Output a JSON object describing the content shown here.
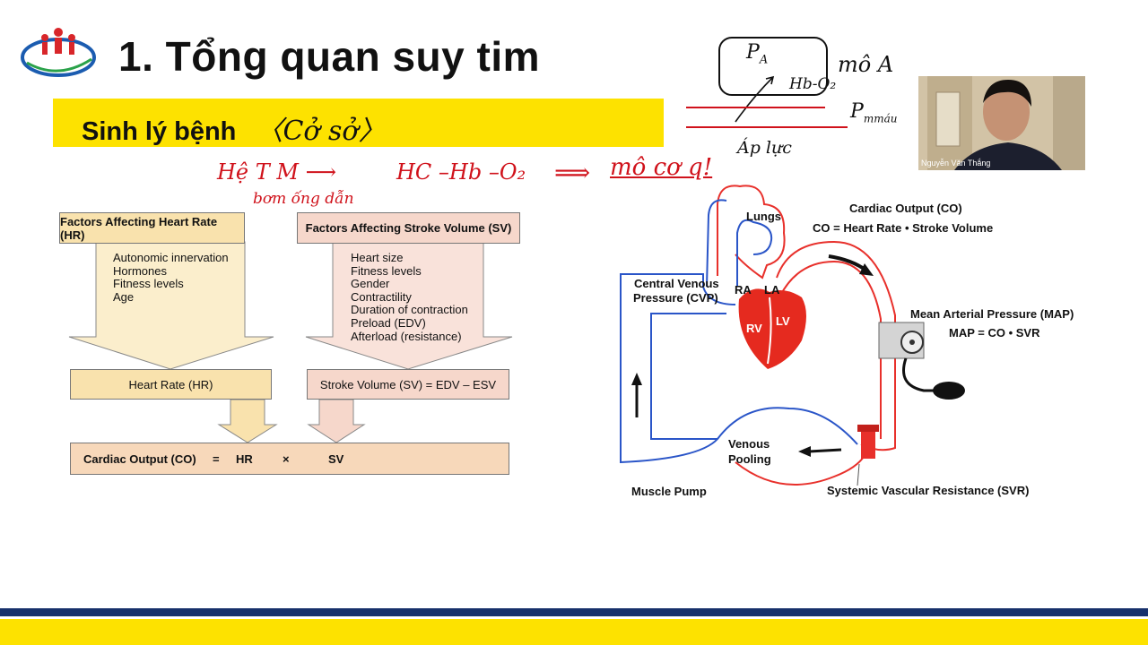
{
  "slide": {
    "title": "1. Tổng quan suy tim",
    "banner": "Sinh lý bệnh",
    "banner_handwritten": "〈Cở sở〉"
  },
  "logo": {
    "name": "logo-icon"
  },
  "handwriting": {
    "line1_left": "Hệ T M ⟶",
    "line1_mid": "HC –Hb –O₂",
    "line1_arrow": "⟹",
    "line1_right": "mô cơ q!",
    "line2": "bơm  ống dẫn",
    "top_pa": "P",
    "top_pa_sub": "A",
    "top_hb": "Hb-O₂",
    "top_moa": "mô A",
    "top_pmmau": "P",
    "top_pmmau_sub": "mmáu",
    "top_aplu": "Áp lực"
  },
  "flowchart": {
    "hr_header": "Factors Affecting Heart Rate (HR)",
    "sv_header": "Factors Affecting Stroke Volume (SV)",
    "hr_factors": [
      "Autonomic innervation",
      "Hormones",
      "Fitness levels",
      "Age"
    ],
    "sv_factors": [
      "Heart size",
      "Fitness levels",
      "Gender",
      "Contractility",
      "Duration of contraction",
      "Preload (EDV)",
      "Afterload (resistance)"
    ],
    "hr_result": "Heart Rate (HR)",
    "sv_result": "Stroke Volume (SV) = EDV – ESV",
    "co_label": "Cardiac Output (CO)",
    "co_eq": "=",
    "co_hr": "HR",
    "co_times": "×",
    "co_sv": "SV"
  },
  "circulation": {
    "lungs": "Lungs",
    "co_title": "Cardiac Output (CO)",
    "co_formula": "CO = Heart Rate • Stroke Volume",
    "cvp_line1": "Central Venous",
    "cvp_line2": "Pressure (CVP)",
    "ra": "RA",
    "la": "LA",
    "rv": "RV",
    "lv": "LV",
    "map_title": "Mean Arterial Pressure (MAP)",
    "map_formula": "MAP = CO • SVR",
    "venous_line1": "Venous",
    "venous_line2": "Pooling",
    "muscle_pump": "Muscle Pump",
    "svr": "Systemic Vascular Resistance (SVR)"
  },
  "webcam": {
    "name": "Nguyễn Văn Thắng"
  },
  "colors": {
    "banner": "#fde200",
    "footer_blue": "#17316b",
    "handwriting": "#d0121b",
    "artery": "#e8302b",
    "vein": "#2a55c8"
  }
}
